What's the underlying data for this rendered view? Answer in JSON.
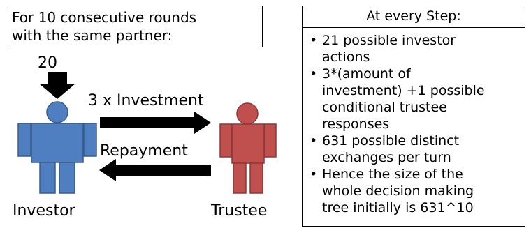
{
  "header_box": {
    "lines": [
      "For 10 consecutive rounds",
      "with the same partner:"
    ]
  },
  "step_box": {
    "title": "At every Step:",
    "bullets": [
      [
        "21 possible investor",
        "actions"
      ],
      [
        "3*(amount of",
        "investment) +1 possible",
        "conditional trustee",
        "responses"
      ],
      [
        "631 possible distinct",
        "exchanges per turn"
      ],
      [
        "Hence the size of the",
        "whole decision making",
        "tree initially is 631^10"
      ]
    ]
  },
  "diagram": {
    "input_amount": "20",
    "forward_label": "3 x Investment",
    "backward_label": "Repayment",
    "investor_label": "Investor",
    "trustee_label": "Trustee",
    "colors": {
      "investor": "#4f7fc0",
      "investor_stroke": "#385d8a",
      "trustee": "#c0504d",
      "trustee_stroke": "#8c3836",
      "arrow": "#000000"
    }
  }
}
